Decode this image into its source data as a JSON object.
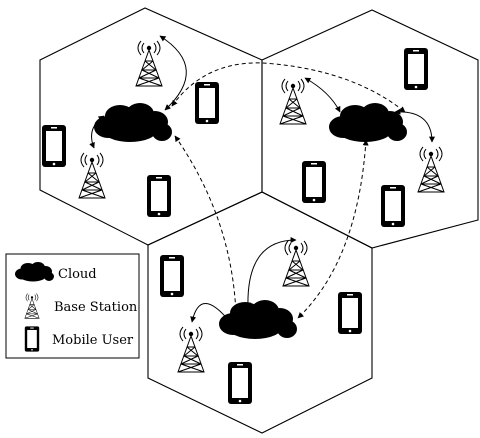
{
  "legend": {
    "cloud": "Cloud",
    "base_station": "Base Station",
    "mobile_user": "Mobile User"
  },
  "colors": {
    "stroke": "#000000",
    "background": "#ffffff"
  },
  "icons": [
    "cloud-icon",
    "base-station-icon",
    "mobile-phone-icon"
  ]
}
